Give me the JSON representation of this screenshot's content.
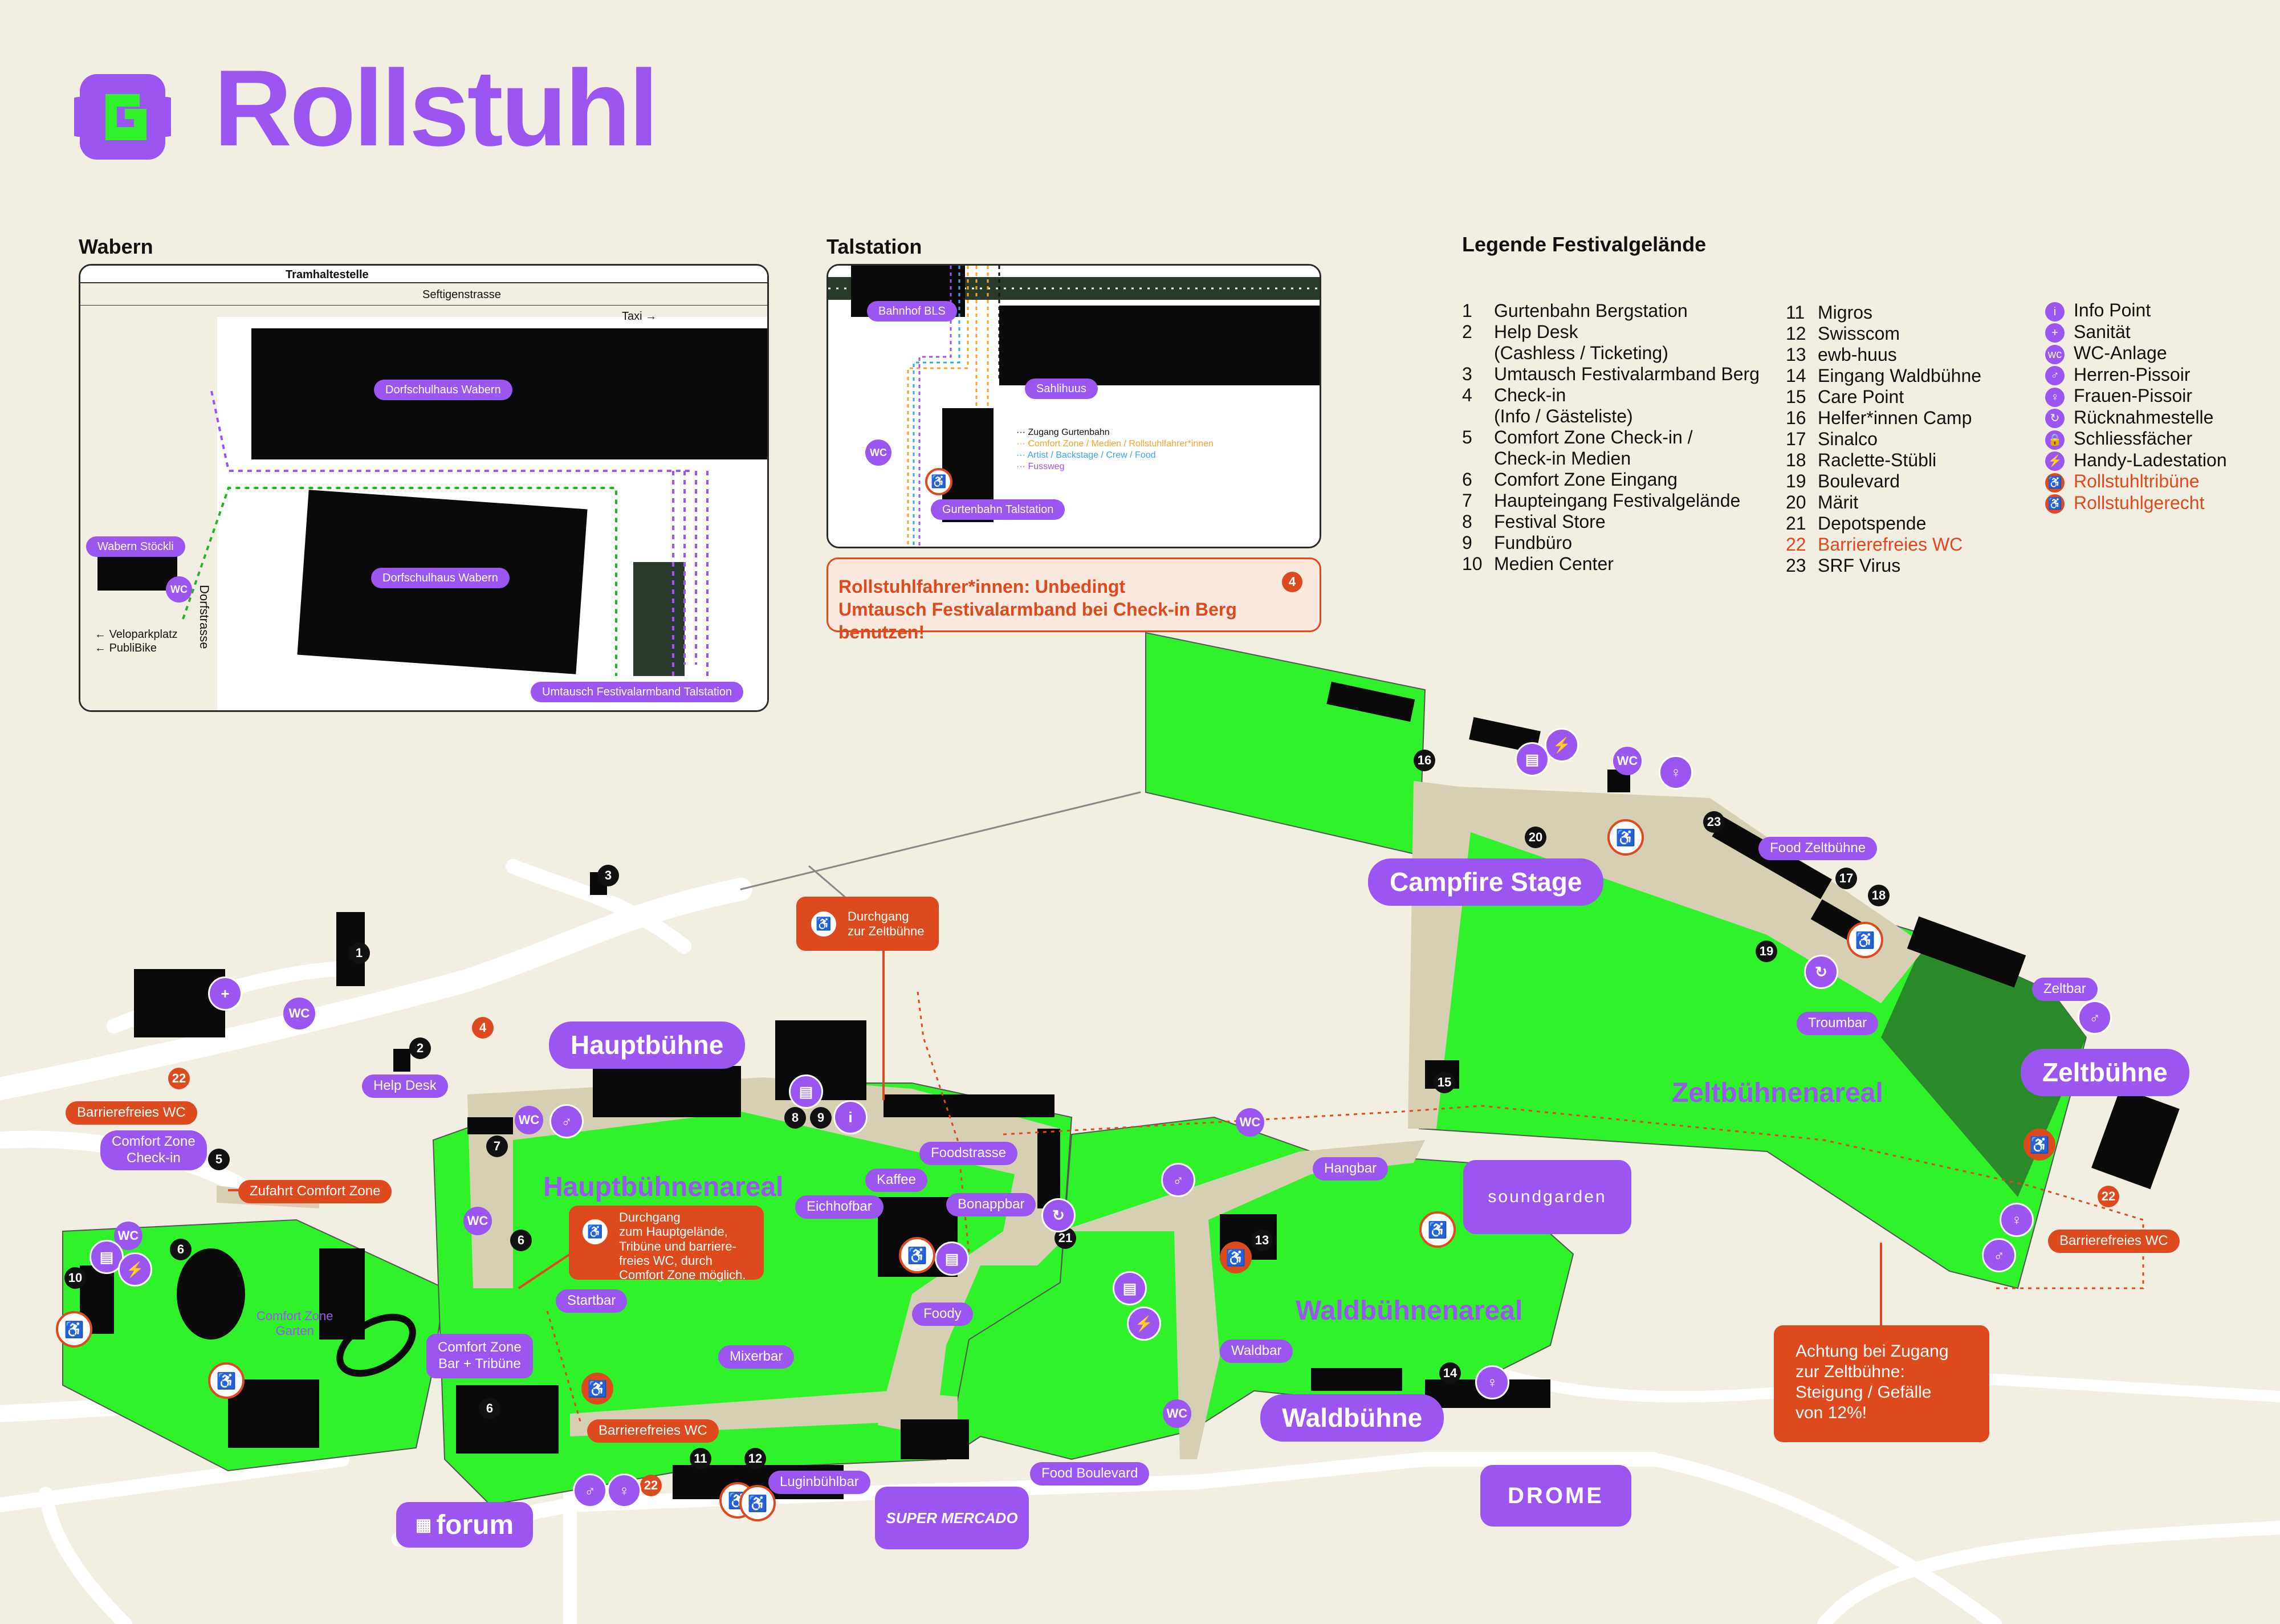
{
  "title": "Rollstuhl",
  "colors": {
    "accent": "#9b55f0",
    "alert": "#dc4a1e",
    "area": "#2ff22a",
    "path": "#d6cfb4",
    "background": "#f2efe2"
  },
  "wabern": {
    "title": "Wabern",
    "tram": "Tramhaltestelle",
    "street": "Seftigenstrasse",
    "taxi": "Taxi",
    "school1": "Dorfschulhaus Wabern",
    "school2": "Dorfschulhaus Wabern",
    "stoeckli": "Wabern Stöckli",
    "wc": "WC",
    "dorfstrasse": "Dorfstrasse",
    "velo": "Veloparkplatz",
    "publibike": "PubliBike",
    "exchange": "Umtausch Festivalarmband Talstation"
  },
  "talstation": {
    "title": "Talstation",
    "bahnhof": "Bahnhof BLS",
    "sahli": "Sahlihuus",
    "wc": "WC",
    "gurtenbahn": "Gurtenbahn Talstation",
    "key": {
      "k1": "Zugang Gurtenbahn",
      "k2": "Comfort Zone / Medien / Rollstuhlfahrer*innen",
      "k3": "Artist / Backstage / Crew / Food",
      "k4": "Fussweg"
    }
  },
  "notice": {
    "num": "4",
    "text1": "Rollstuhlfahrer*innen: Unbedingt",
    "text2": "Umtausch Festivalarmband bei Check-in Berg benutzen!"
  },
  "legend": {
    "title": "Legende Festivalgelände",
    "col1": [
      {
        "n": "1",
        "t": "Gurtenbahn Bergstation"
      },
      {
        "n": "2",
        "t": "Help Desk"
      },
      {
        "n": "",
        "t": "(Cashless / Ticketing)"
      },
      {
        "n": "3",
        "t": "Umtausch Festivalarmband Berg"
      },
      {
        "n": "4",
        "t": "Check-in"
      },
      {
        "n": "",
        "t": "(Info / Gästeliste)"
      },
      {
        "n": "5",
        "t": "Comfort Zone Check-in /"
      },
      {
        "n": "",
        "t": "Check-in Medien"
      },
      {
        "n": "6",
        "t": "Comfort Zone Eingang"
      },
      {
        "n": "7",
        "t": "Haupteingang Festivalgelände"
      },
      {
        "n": "8",
        "t": "Festival Store"
      },
      {
        "n": "9",
        "t": "Fundbüro"
      },
      {
        "n": "10",
        "t": "Medien Center"
      }
    ],
    "col2": [
      {
        "n": "11",
        "t": "Migros"
      },
      {
        "n": "12",
        "t": "Swisscom"
      },
      {
        "n": "13",
        "t": "ewb-huus"
      },
      {
        "n": "14",
        "t": "Eingang Waldbühne"
      },
      {
        "n": "15",
        "t": "Care Point"
      },
      {
        "n": "16",
        "t": "Helfer*innen Camp"
      },
      {
        "n": "17",
        "t": "Sinalco"
      },
      {
        "n": "18",
        "t": "Raclette-Stübli"
      },
      {
        "n": "19",
        "t": "Boulevard"
      },
      {
        "n": "20",
        "t": "Märit"
      },
      {
        "n": "21",
        "t": "Depotspende"
      },
      {
        "n": "22",
        "t": "Barrierefreies WC",
        "red": true
      },
      {
        "n": "23",
        "t": "SRF Virus"
      }
    ],
    "col3": [
      {
        "icon": "i",
        "t": "Info Point"
      },
      {
        "icon": "+",
        "t": "Sanität"
      },
      {
        "icon": "wc",
        "t": "WC-Anlage"
      },
      {
        "icon": "♂",
        "t": "Herren-Pissoir"
      },
      {
        "icon": "♀",
        "t": "Frauen-Pissoir"
      },
      {
        "icon": "↻",
        "t": "Rücknahmestelle"
      },
      {
        "icon": "🔒",
        "t": "Schliessfächer"
      },
      {
        "icon": "⚡",
        "t": "Handy-Ladestation"
      },
      {
        "icon": "♿",
        "t": "Rollstuhltribüne",
        "red": true
      },
      {
        "icon": "♿",
        "t": "Rollstuhlgerecht",
        "red": true
      }
    ]
  },
  "map": {
    "stages": {
      "haupt": "Hauptbühne",
      "campfire": "Campfire Stage",
      "zelt": "Zeltbühne",
      "wald": "Waldbühne"
    },
    "areas": {
      "haupt": "Hauptbühnenareal",
      "zelt": "Zeltbühnenareal",
      "wald": "Waldbühnenareal"
    },
    "labels": {
      "helpdesk": "Help Desk",
      "bwc1": "Barrierefreies WC",
      "bwc2": "Barrierefreies WC",
      "bwc3": "Barrierefreies WC",
      "cz_checkin": "Comfort Zone\nCheck-in",
      "zufahrt": "Zufahrt Comfort Zone",
      "cz_garten": "Comfort Zone\nGarten",
      "cz_bar": "Comfort Zone\nBar + Tribüne",
      "startbar": "Startbar",
      "mixerbar": "Mixerbar",
      "eichhofbar": "Eichhofbar",
      "kaffee": "Kaffee",
      "foodstrasse": "Foodstrasse",
      "bonappbar": "Bonappbar",
      "foody": "Foody",
      "luginbuehl": "Luginbühlbar",
      "foodboulevard": "Food Boulevard",
      "hangbar": "Hangbar",
      "waldbar": "Waldbar",
      "troumbar": "Troumbar",
      "zeltbar": "Zeltbar",
      "foodzelt": "Food Zeltbühne",
      "wc": "WC"
    },
    "callouts": {
      "durchgang_zelt": "Durchgang\nzur Zeltbühne",
      "durchgang_haupt": "Durchgang\nzum Hauptgelände,\nTribüne und barriere-\nfreies WC, durch\nComfort Zone möglich.",
      "achtung": "Achtung bei Zugang\nzur Zeltbühne:\nSteigung / Gefälle\nvon 12%!"
    },
    "brands": {
      "forum": "forum",
      "supermercado": "SUPER MERCADO",
      "soundgarden": "soundgarden",
      "drome": "DROME"
    }
  }
}
